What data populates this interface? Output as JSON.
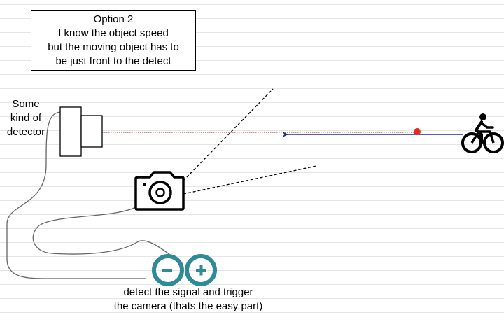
{
  "note": {
    "lines": [
      "Option 2",
      "I know the object speed",
      "but the moving object has to",
      "be just front to the detect"
    ]
  },
  "detector": {
    "label_lines": [
      "Some",
      "kind of",
      "detector"
    ]
  },
  "arduino": {
    "caption_lines": [
      "detect the signal and trigger",
      "the camera (thats the easy part)"
    ]
  },
  "icons": {
    "detector": "detector-box-icon",
    "camera": "camera-icon",
    "arduino": "arduino-logo-icon",
    "cyclist": "cyclist-icon"
  },
  "colors": {
    "arduino_teal": "#2e8a96",
    "motion_arrow": "#1a2aa0",
    "red_dot": "#e32a1b",
    "beam": "#b54a3c",
    "cable": "#666666"
  }
}
